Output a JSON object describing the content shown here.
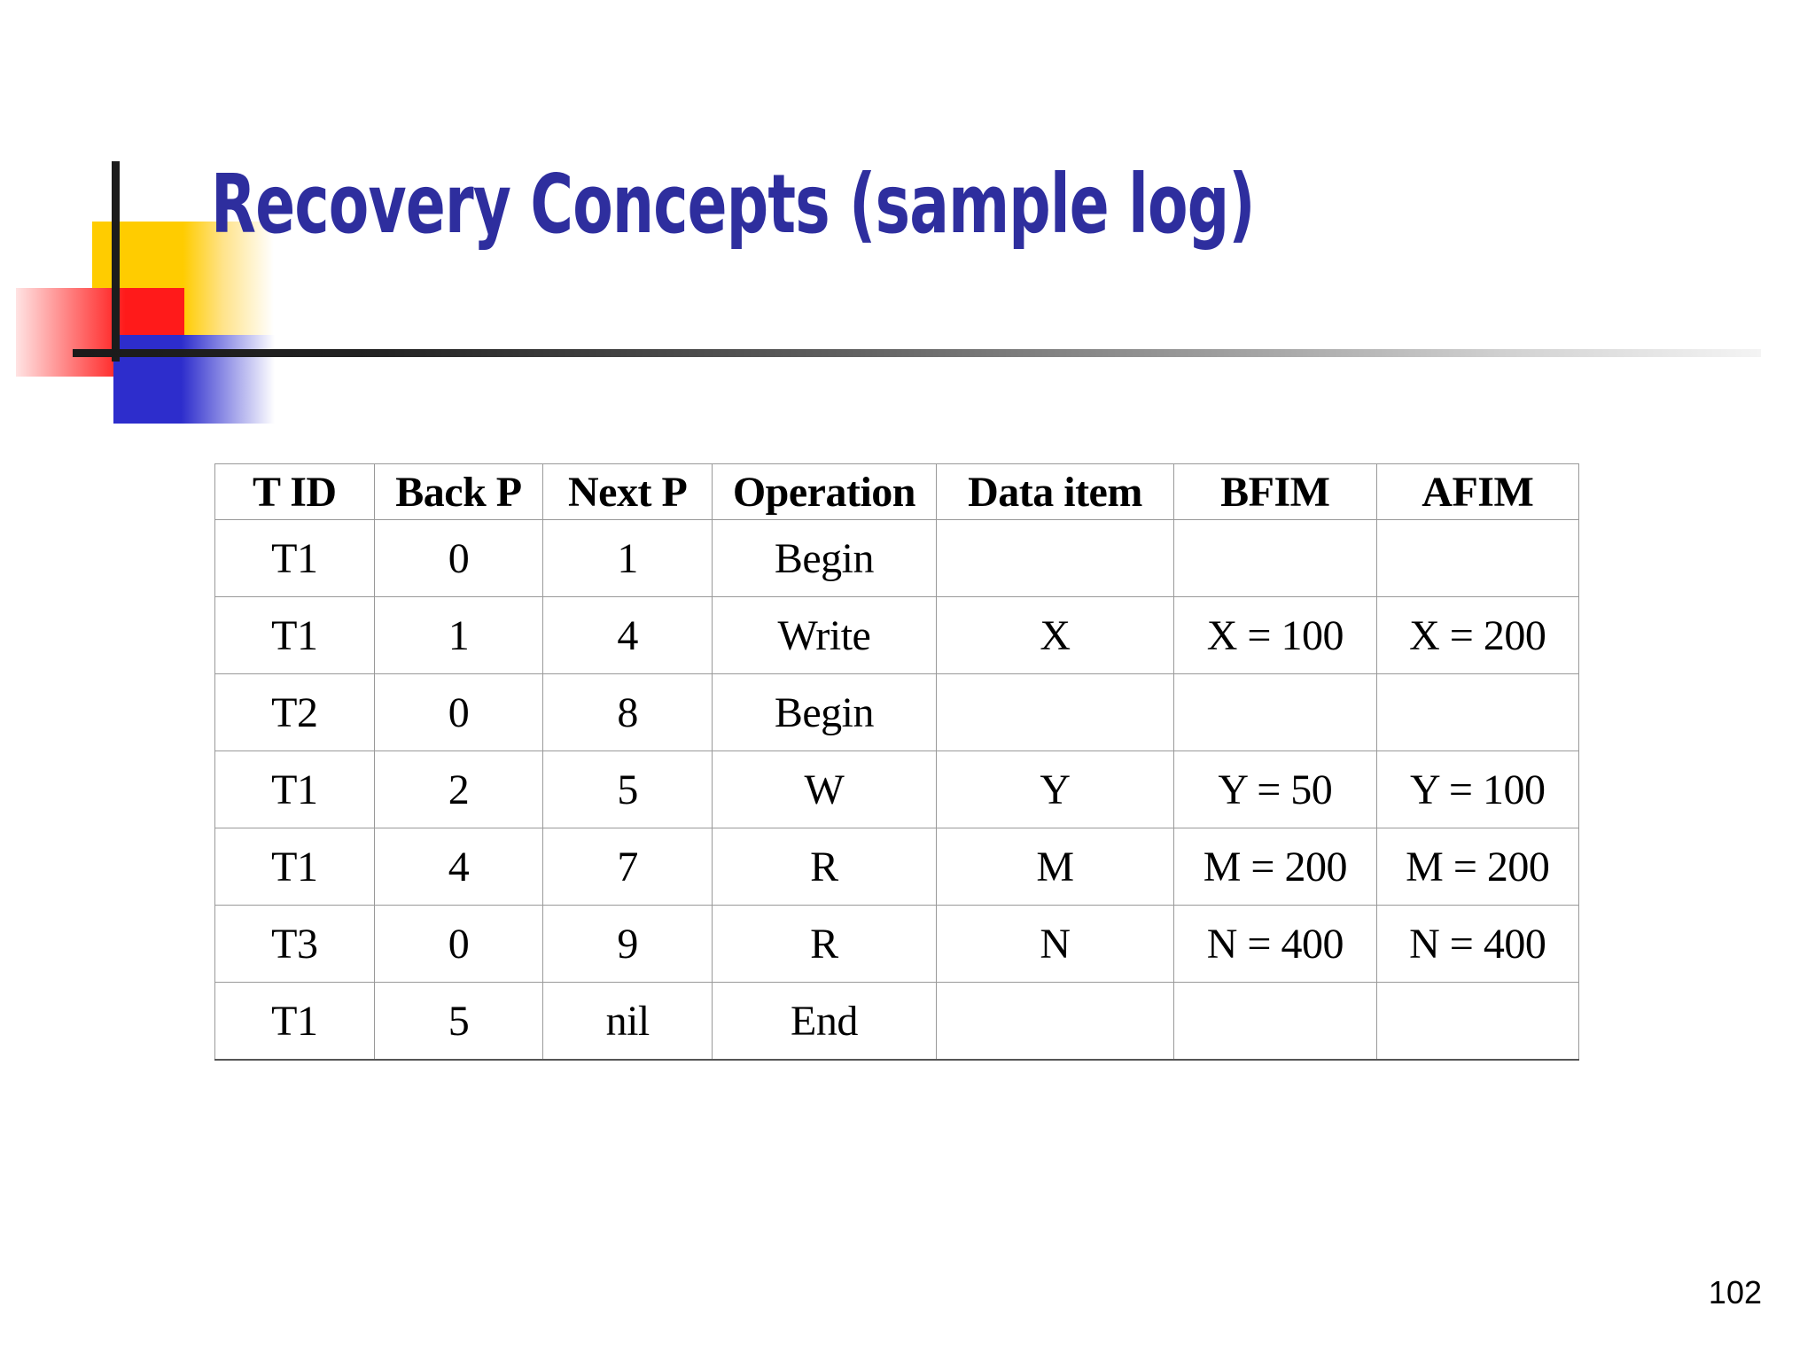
{
  "slide": {
    "title": "Recovery Concepts (sample log)",
    "page_number": "102",
    "title_color": "#2E2E9E"
  },
  "logo": {
    "yellow_color": "#FFCC00",
    "red_color": "#FF1A1A",
    "blue_color": "#2D2DCC",
    "line_color": "#1C1C1C"
  },
  "table": {
    "headers": [
      "T ID",
      "Back P",
      "Next P",
      "Operation",
      "Data item",
      "BFIM",
      "AFIM"
    ],
    "rows": [
      {
        "tid": "T1",
        "backp": "0",
        "nextp": "1",
        "op": "Begin",
        "item": "",
        "bfim": "",
        "afim": ""
      },
      {
        "tid": "T1",
        "backp": "1",
        "nextp": "4",
        "op": "Write",
        "item": "X",
        "bfim": "X = 100",
        "afim": "X = 200"
      },
      {
        "tid": "T2",
        "backp": "0",
        "nextp": "8",
        "op": "Begin",
        "item": "",
        "bfim": "",
        "afim": ""
      },
      {
        "tid": "T1",
        "backp": "2",
        "nextp": "5",
        "op": "W",
        "item": "Y",
        "bfim": "Y = 50",
        "afim": "Y = 100"
      },
      {
        "tid": "T1",
        "backp": "4",
        "nextp": "7",
        "op": "R",
        "item": "M",
        "bfim": "M = 200",
        "afim": "M = 200"
      },
      {
        "tid": "T3",
        "backp": "0",
        "nextp": "9",
        "op": "R",
        "item": "N",
        "bfim": "N = 400",
        "afim": "N = 400"
      },
      {
        "tid": "T1",
        "backp": "5",
        "nextp": "nil",
        "op": "End",
        "item": "",
        "bfim": "",
        "afim": ""
      }
    ]
  }
}
